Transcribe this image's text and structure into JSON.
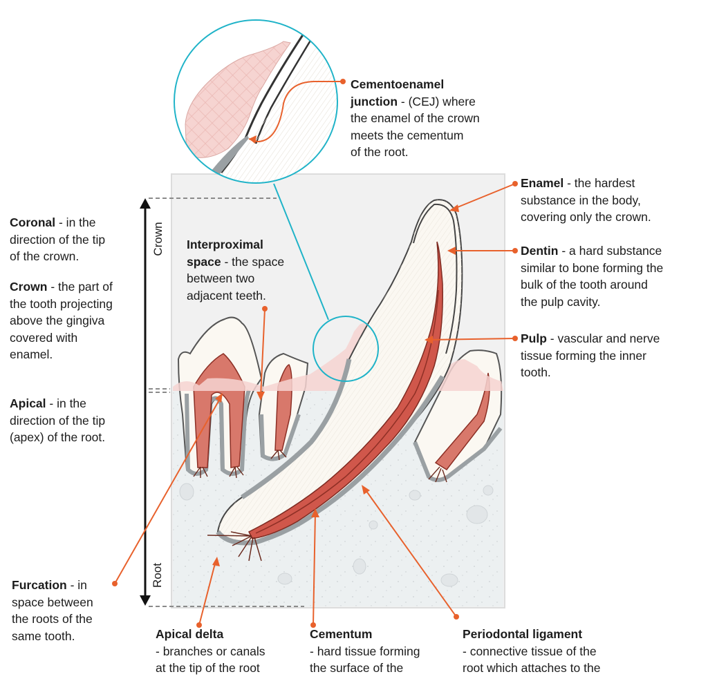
{
  "axis": {
    "crown": "Crown",
    "root": "Root"
  },
  "labels": {
    "cej": {
      "term": "Cementoenamel",
      "term2": "junction",
      "rest": " - (CEJ) where",
      "lines": [
        "the enamel of the crown",
        "meets the cementum",
        "of the root."
      ]
    },
    "enamel": {
      "term": "Enamel",
      "rest": " - the hardest",
      "lines": [
        "substance in the body,",
        "covering only the crown."
      ]
    },
    "dentin": {
      "term": "Dentin",
      "rest": " - a hard substance",
      "lines": [
        "similar to bone forming the",
        "bulk of the tooth around",
        "the pulp cavity."
      ]
    },
    "pulp": {
      "term": "Pulp",
      "rest": " - vascular and nerve",
      "lines": [
        "tissue forming the inner",
        "tooth."
      ]
    },
    "coronal": {
      "term": "Coronal",
      "rest": " - in the",
      "lines": [
        "direction of the tip",
        "of the crown."
      ]
    },
    "crown": {
      "term": "Crown",
      "rest": " - the part of",
      "lines": [
        "the tooth projecting",
        "above the gingiva",
        "covered with",
        "enamel."
      ]
    },
    "apical": {
      "term": "Apical",
      "rest": " - in the",
      "lines": [
        "direction of the tip",
        "(apex) of the root."
      ]
    },
    "interproximal": {
      "term": "Interproximal",
      "term2": "space",
      "rest": " - the space",
      "lines": [
        "between two",
        "adjacent teeth."
      ]
    },
    "furcation": {
      "term": "Furcation",
      "rest": " - in",
      "lines": [
        "space between",
        "the roots of the",
        "same tooth."
      ]
    },
    "apicaldelta": {
      "term": "Apical delta",
      "lines": [
        "- branches or canals",
        "at the tip of the root"
      ]
    },
    "cementum": {
      "term": "Cementum",
      "lines": [
        "- hard tissue forming",
        "the surface of the"
      ]
    },
    "pdl": {
      "term": "Periodontal ligament",
      "lines": [
        "- connective tissue of the",
        "root which attaches to the"
      ]
    }
  },
  "colors": {
    "leader": "#e8612c",
    "zoom_ring": "#1fb3c8",
    "gingiva": "#f6d3d0",
    "pulp": "#c9473d",
    "bone": "#eef0f1",
    "panel": "#f0f0f0"
  }
}
